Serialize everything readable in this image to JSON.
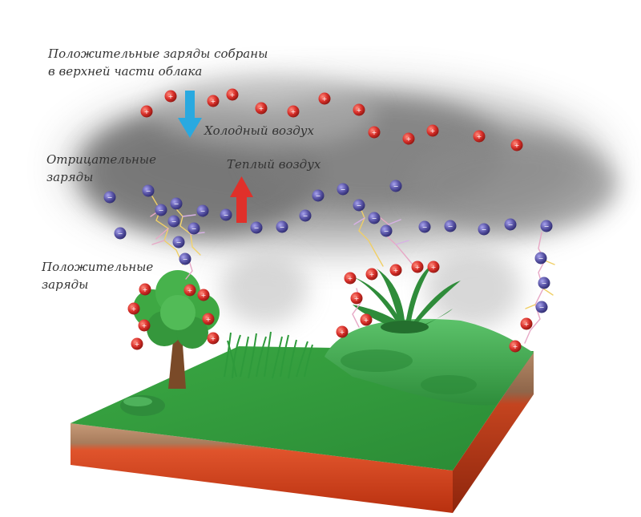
{
  "labels": {
    "positive_top_line1": "Положительные заряды собраны",
    "positive_top_line2": "в верхней части облака",
    "cold_air": "Холодный воздух",
    "warm_air": "Теплый воздух",
    "negative_line1": "Отрицательные",
    "negative_line2": "заряды",
    "positive_ground_line1": "Положительные",
    "positive_ground_line2": "заряды"
  },
  "symbols": {
    "positive": "+",
    "negative": "−"
  },
  "colors": {
    "positive_charge": "#d9302a",
    "negative_charge": "#5b56a8",
    "cold_arrow": "#29a9e0",
    "warm_arrow": "#e0302a",
    "cloud": "#8a8a8a",
    "grass": "#2f9a3a",
    "soil_top": "#b08866",
    "soil_bottom": "#d63a1c",
    "lightning": "#f2d36b"
  }
}
